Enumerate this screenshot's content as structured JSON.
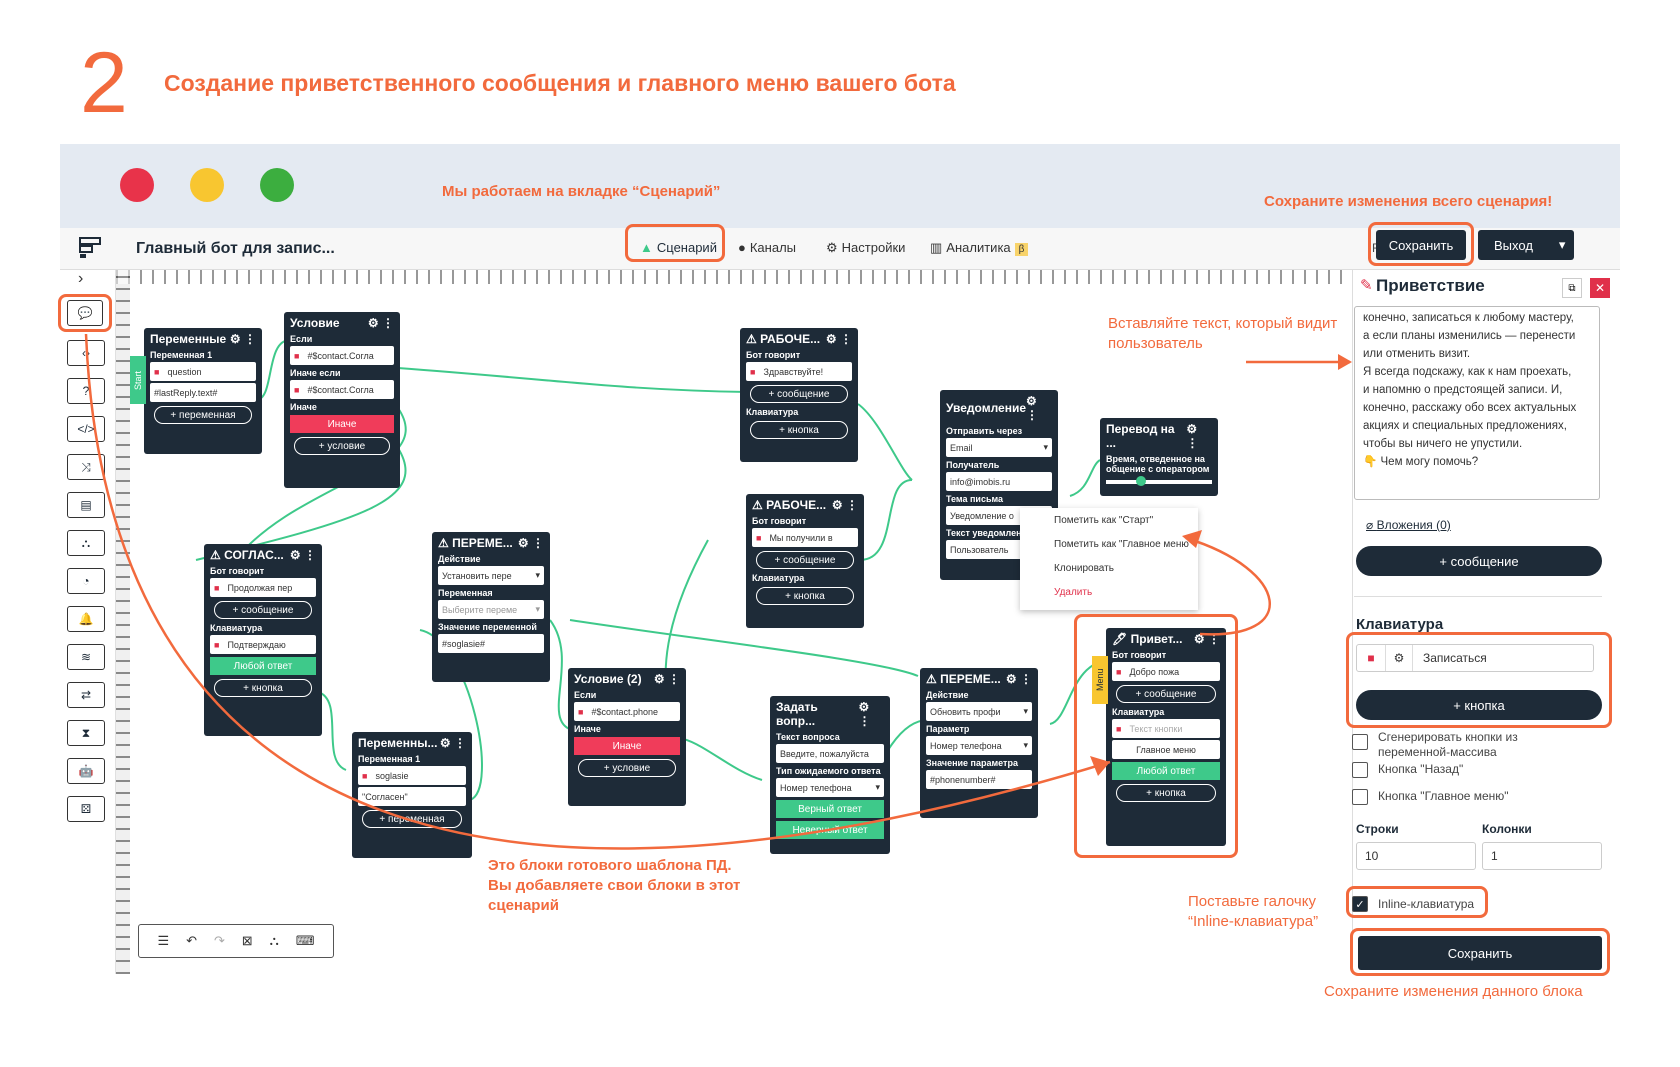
{
  "step": {
    "number": "2",
    "title": "Создание приветственного сообщения и главного меню вашего бота"
  },
  "notes": {
    "scenario_tab": "Мы работаем на вкладке “Сценарий”",
    "save_all": "Сохраните изменения всего сценария!",
    "insert_text": "Вставляйте текст, который видит пользователь",
    "template_blocks": "Это блоки готового шаблона ПД. Вы добавляете свои блоки в этот сценарий",
    "inline_check": "Поставьте галочку “Inline-клавиатура”",
    "save_block": "Сохраните изменения данного блока"
  },
  "header": {
    "project": "Главный бот для запис...",
    "tabs": [
      "Сценарий",
      "Каналы",
      "Настройки",
      "Аналитика"
    ],
    "beta": "β",
    "lang": "RU",
    "save": "Сохранить",
    "exit": "Выход"
  },
  "blocks": {
    "vars1": {
      "title": "Переменные",
      "sub": "Переменная 1",
      "f1": "question",
      "f2": "#lastReply.text#",
      "add": "+ переменная",
      "start": "Start"
    },
    "cond1": {
      "title": "Условие",
      "if": "Если",
      "f1": "#$contact.Согла",
      "elseif": "Иначе если",
      "f2": "#$contact.Согла",
      "else": "Иначе",
      "red": "Иначе",
      "add": "+ условие"
    },
    "work1": {
      "title": "РАБОЧЕ...",
      "said": "Бот говорит",
      "f1": "Здравствуйте!",
      "msg": "+ сообщение",
      "kb": "Клавиатура",
      "btn": "+ кнопка"
    },
    "notify": {
      "title": "Уведомление",
      "via": "Отправить через",
      "f1": "Email",
      "rcp": "Получатель",
      "f2": "info@imobis.ru",
      "subj": "Тема письма",
      "f3": "Уведомление о",
      "body": "Текст уведомлени",
      "f4": "Пользователь"
    },
    "transfer": {
      "title": "Перевод на ...",
      "sub": "Время, отведенное на общение с оператором"
    },
    "agree": {
      "title": "СОГЛАС...",
      "said": "Бот говорит",
      "f1": "Продолжая пер",
      "msg": "+ сообщение",
      "kb": "Клавиатура",
      "f2": "Подтверждаю",
      "grn": "Любой ответ",
      "btn": "+ кнопка"
    },
    "vars2": {
      "title": "ПЕРЕМЕ...",
      "act": "Действие",
      "f1": "Установить пере",
      "var": "Переменная",
      "f2": "Выберите переме",
      "val": "Значение переменной",
      "f3": "#soglasie#"
    },
    "work2": {
      "title": "РАБОЧЕ...",
      "said": "Бот говорит",
      "f1": "Мы получили в",
      "msg": "+ сообщение",
      "kb": "Клавиатура",
      "btn": "+ кнопка"
    },
    "vars3": {
      "title": "Переменны...",
      "sub": "Переменная 1",
      "f1": "soglasie",
      "f2": "\"Согласен\"",
      "add": "+ переменная"
    },
    "cond2": {
      "title": "Условие (2)",
      "if": "Если",
      "f1": "#$contact.phone",
      "else": "Иначе",
      "red": "Иначе",
      "add": "+ условие"
    },
    "ask": {
      "title": "Задать вопр...",
      "q": "Текст вопроса",
      "f1": "Введите, пожалуйста",
      "type": "Тип ожидаемого ответа",
      "f2": "Номер телефона",
      "g1": "Верный ответ",
      "g2": "Неверный ответ"
    },
    "vars4": {
      "title": "ПЕРЕМЕ...",
      "act": "Действие",
      "f1": "Обновить профи",
      "par": "Параметр",
      "f2": "Номер телефона",
      "val": "Значение параметра",
      "f3": "#phonenumber#"
    },
    "greet": {
      "title": "Привет...",
      "said": "Бот говорит",
      "f1": "Добро пожа",
      "msg": "+ сообщение",
      "kb": "Клавиатура",
      "f2": "Текст кнопки",
      "f3": "Главное меню",
      "grn": "Любой ответ",
      "btn": "+ кнопка",
      "menu": "Menu"
    }
  },
  "context_menu": [
    "Пометить как \"Старт\"",
    "Пометить как \"Главное меню\"",
    "Клонировать",
    "Удалить"
  ],
  "panel": {
    "title": "Приветствие",
    "text": [
      "конечно, записаться к любому мастеру,",
      "а если планы изменились — перенести",
      "или отменить визит.",
      "Я всегда подскажу, как к нам проехать,",
      "и напомню о предстоящей записи. И,",
      "конечно, расскажу обо всех актуальных",
      "акциях и специальных предложениях,",
      "чтобы вы ничего не упустили.",
      "👇 Чем могу помочь?"
    ],
    "attach": "Вложения (0)",
    "msg": "+ сообщение",
    "kb_label": "Клавиатура",
    "button_value": "Записаться",
    "add_button": "+ кнопка",
    "chk1": "Сгенерировать кнопки из переменной-массива",
    "chk2": "Кнопка \"Назад\"",
    "chk3": "Кнопка \"Главное меню\"",
    "rows_label": "Строки",
    "cols_label": "Колонки",
    "rows": "10",
    "cols": "1",
    "inline": "Inline-клавиатура",
    "save": "Сохранить"
  },
  "colors": {
    "accent": "#f26a3d",
    "dark": "#1e2b38",
    "green": "#3ec98a",
    "red": "#f03c5a"
  }
}
